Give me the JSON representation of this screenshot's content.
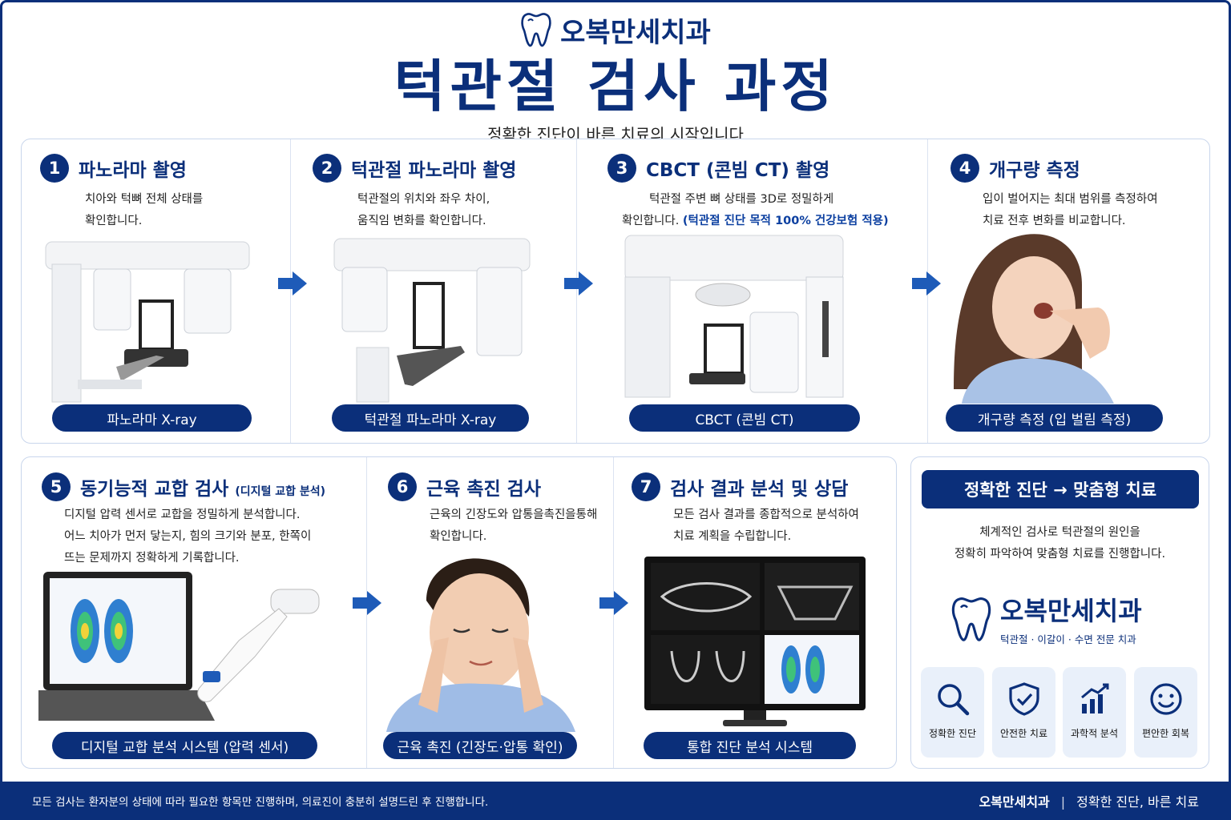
{
  "header": {
    "brand": "오복만세치과",
    "title": "턱관절 검사 과정",
    "subtitle": "정확한 진단이 바른 치료의 시작입니다"
  },
  "steps": [
    {
      "num": "1",
      "title": "파노라마 촬영",
      "desc1": "치아와 턱뼈 전체 상태를",
      "desc2": "확인합니다.",
      "caption": "파노라마 X-ray"
    },
    {
      "num": "2",
      "title": "턱관절 파노라마 촬영",
      "desc1": "턱관절의 위치와 좌우 차이,",
      "desc2": "움직임 변화를 확인합니다.",
      "caption": "턱관절 파노라마 X-ray"
    },
    {
      "num": "3",
      "title": "CBCT (콘빔 CT) 촬영",
      "desc1": "턱관절 주변 뼈 상태를 3D로 정밀하게",
      "desc2": "확인합니다.",
      "desc2_hl": "(턱관절 진단 목적 100% 건강보험 적용)",
      "caption": "CBCT (콘빔 CT)"
    },
    {
      "num": "4",
      "title": "개구량 측정",
      "desc1": "입이 벌어지는 최대 범위를 측정하여",
      "desc2": "치료 전후 변화를 비교합니다.",
      "caption": "개구량 측정 (입 벌림 측정)"
    },
    {
      "num": "5",
      "title": "동기능적 교합 검사",
      "title_small": "(디지털 교합 분석)",
      "desc1": "디지털 압력 센서로 교합을 정밀하게 분석합니다.",
      "desc2": "어느 치아가 먼저 닿는지, 힘의 크기와 분포, 한쪽이",
      "desc3": "뜨는 문제까지 정확하게 기록합니다.",
      "caption": "디지털 교합 분석 시스템 (압력 센서)"
    },
    {
      "num": "6",
      "title": "근육 촉진 검사",
      "desc1": "근육의 긴장도와 압통을촉진을통해",
      "desc2": "확인합니다.",
      "caption": "근육 촉진 (긴장도·압통 확인)"
    },
    {
      "num": "7",
      "title": "검사 결과 분석 및 상담",
      "desc1": "모든 검사 결과를 종합적으로 분석하여",
      "desc2": "치료 계획을 수립합니다.",
      "caption": "통합 진단 분석 시스템"
    }
  ],
  "promo": {
    "button": "정확한 진단 → 맞춤형 치료",
    "text1": "체계적인 검사로 턱관절의 원인을",
    "text2": "정확히 파악하여 맞춤형 치료를 진행합니다.",
    "brand": "오복만세치과",
    "tagline": "턱관절 · 이갈이 · 수면 전문 치과",
    "features": [
      {
        "icon": "search-icon",
        "label": "정확한 진단"
      },
      {
        "icon": "shield-check-icon",
        "label": "안전한 치료"
      },
      {
        "icon": "growth-chart-icon",
        "label": "과학적 분석"
      },
      {
        "icon": "smile-icon",
        "label": "편안한 회복"
      }
    ]
  },
  "footer": {
    "note": "모든 검사는 환자분의 상태에 따라 필요한 항목만 진행하며, 의료진이 충분히 설명드린 후 진행합니다.",
    "brand": "오복만세치과",
    "slogan": "정확한 진단, 바른 치료"
  },
  "colors": {
    "primary": "#0b2f7a",
    "panel_border": "#c9d6ec",
    "feature_bg": "#e9f0fa"
  }
}
